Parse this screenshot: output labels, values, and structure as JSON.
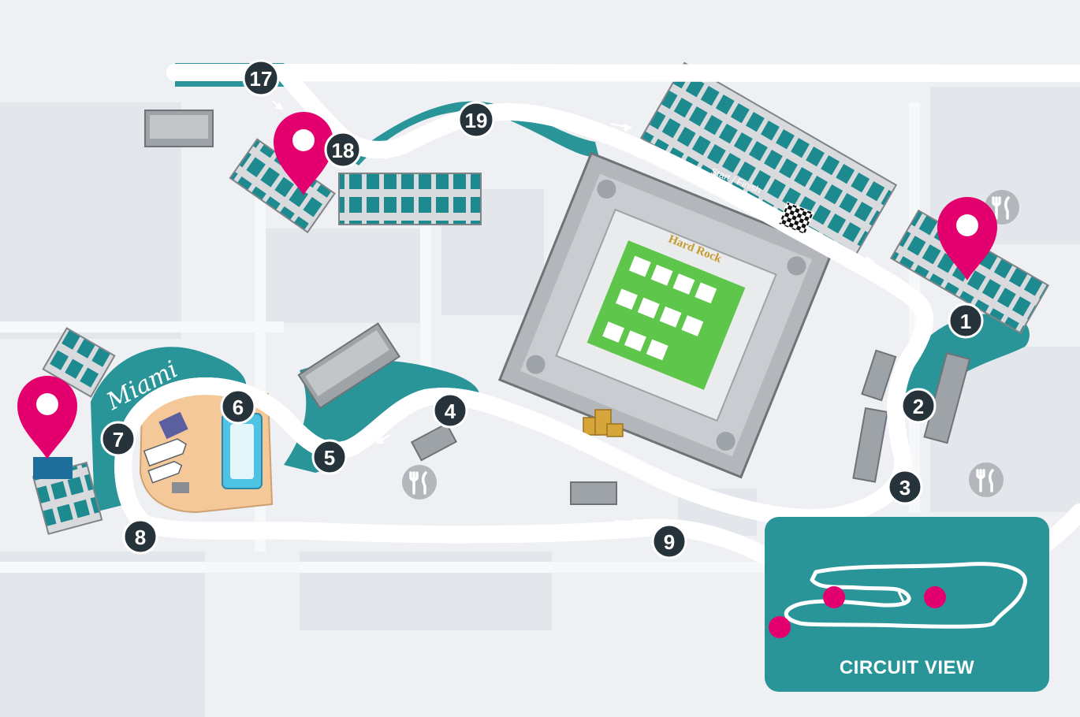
{
  "turns": [
    {
      "id": "1",
      "label": "1"
    },
    {
      "id": "2",
      "label": "2"
    },
    {
      "id": "3",
      "label": "3"
    },
    {
      "id": "4",
      "label": "4"
    },
    {
      "id": "5",
      "label": "5"
    },
    {
      "id": "6",
      "label": "6"
    },
    {
      "id": "7",
      "label": "7"
    },
    {
      "id": "8",
      "label": "8"
    },
    {
      "id": "9",
      "label": "9"
    },
    {
      "id": "17",
      "label": "17"
    },
    {
      "id": "18",
      "label": "18"
    },
    {
      "id": "19",
      "label": "19"
    }
  ],
  "labels": {
    "start_finish": "Start / Finish",
    "miami": "Miami",
    "stadium_logo": "Hard Rock"
  },
  "circuit_view": {
    "label": "CIRCUIT VIEW"
  },
  "icons": {
    "location_pin": "location-pin-icon",
    "food": "fork-knife-icon",
    "checkered_flag": "checkered-flag-icon",
    "podium": "podium-icon"
  },
  "colors": {
    "track": "#1d2428",
    "runoff": "#2a9599",
    "pin": "#e3006e",
    "turn_badge": "#27333a",
    "background": "#eef0f3",
    "building": "#a9adb1",
    "seating": "#1d8a90",
    "field": "#5ec64a",
    "beach": "#f5c89a"
  }
}
